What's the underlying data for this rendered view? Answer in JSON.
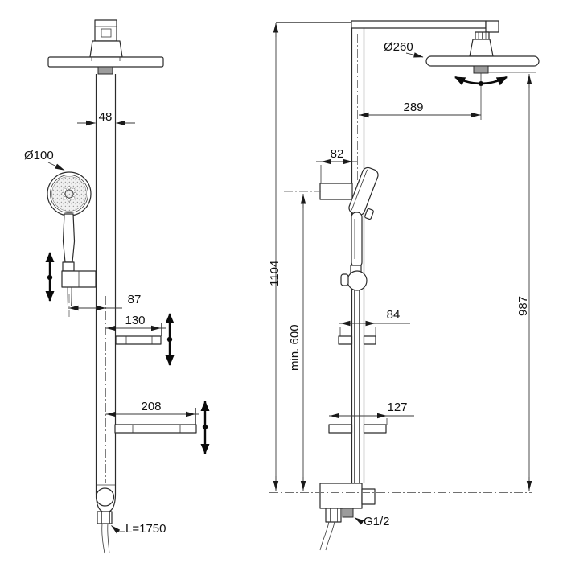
{
  "diagram": {
    "front_view": {
      "pipe_width": "48",
      "hand_shower_diameter": "Ø100",
      "hose_to_center": "87",
      "upper_shelf_width": "130",
      "lower_shelf_width": "208",
      "hose_length": "L=1750"
    },
    "side_view": {
      "head_shower_diameter": "Ø260",
      "head_offset": "289",
      "bracket_depth": "82",
      "total_height": "1104",
      "min_height": "min. 600",
      "head_height": "987",
      "upper_shelf_depth": "84",
      "lower_shelf_depth": "127",
      "connection_thread": "G1/2"
    },
    "colors": {
      "line": "#2b2b2b",
      "fill_gray": "#9c9c9c",
      "background": "#ffffff"
    }
  }
}
